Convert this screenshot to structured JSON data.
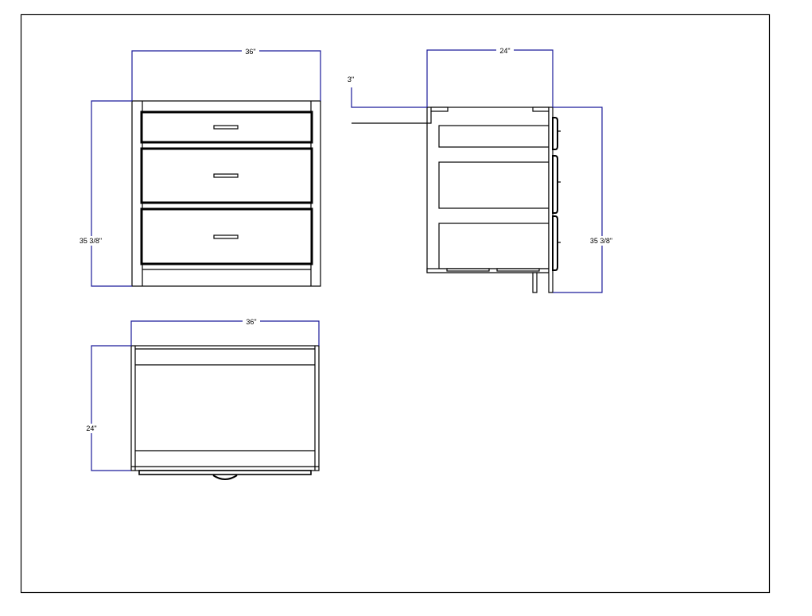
{
  "drawing": {
    "front_view": {
      "width_label": "36\"",
      "height_label": "35 3/8\""
    },
    "side_view": {
      "depth_label": "24\"",
      "offset_label": "3\"",
      "height_label": "35 3/8\""
    },
    "top_view": {
      "width_label": "36\"",
      "depth_label": "24\""
    }
  },
  "colors": {
    "dimension": "#1a1a9a",
    "outline": "#000000"
  }
}
